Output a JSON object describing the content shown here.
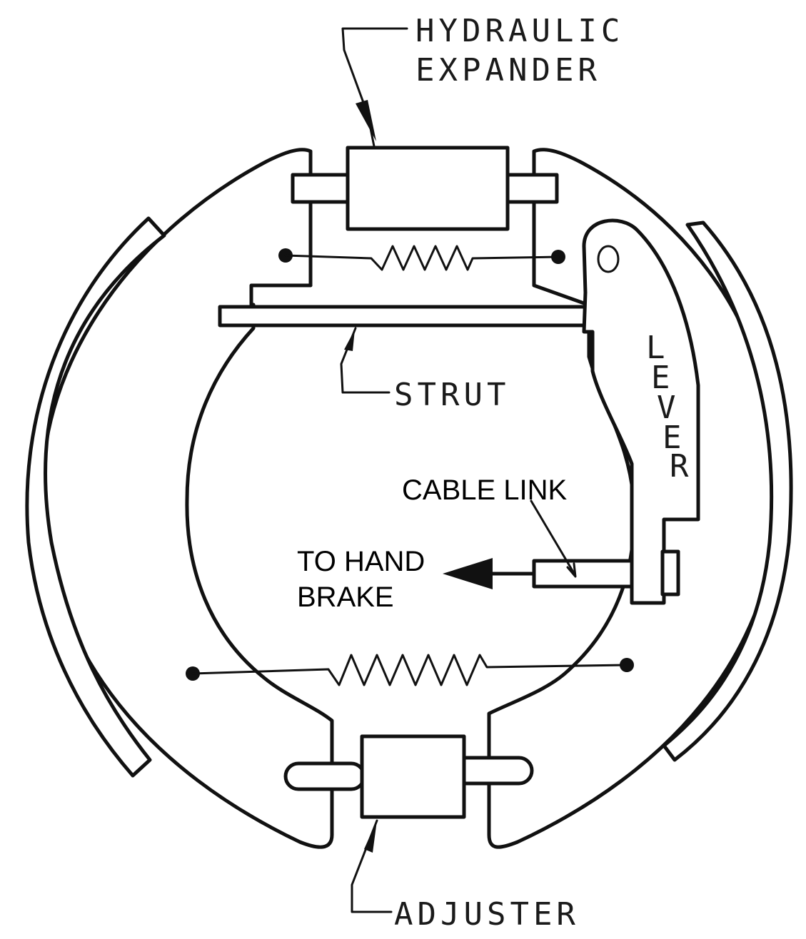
{
  "labels": {
    "hydraulic_line1": "HYDRAULIC",
    "hydraulic_line2": "EXPANDER",
    "strut": "STRUT",
    "lever_letters": [
      "L",
      "E",
      "V",
      "E",
      "R"
    ],
    "cable_link": "CABLE LINK",
    "hand_brake_line1": "TO HAND",
    "hand_brake_line2": "BRAKE",
    "adjuster": "ADJUSTER"
  },
  "colors": {
    "ink": "#111111",
    "background": "#ffffff"
  }
}
